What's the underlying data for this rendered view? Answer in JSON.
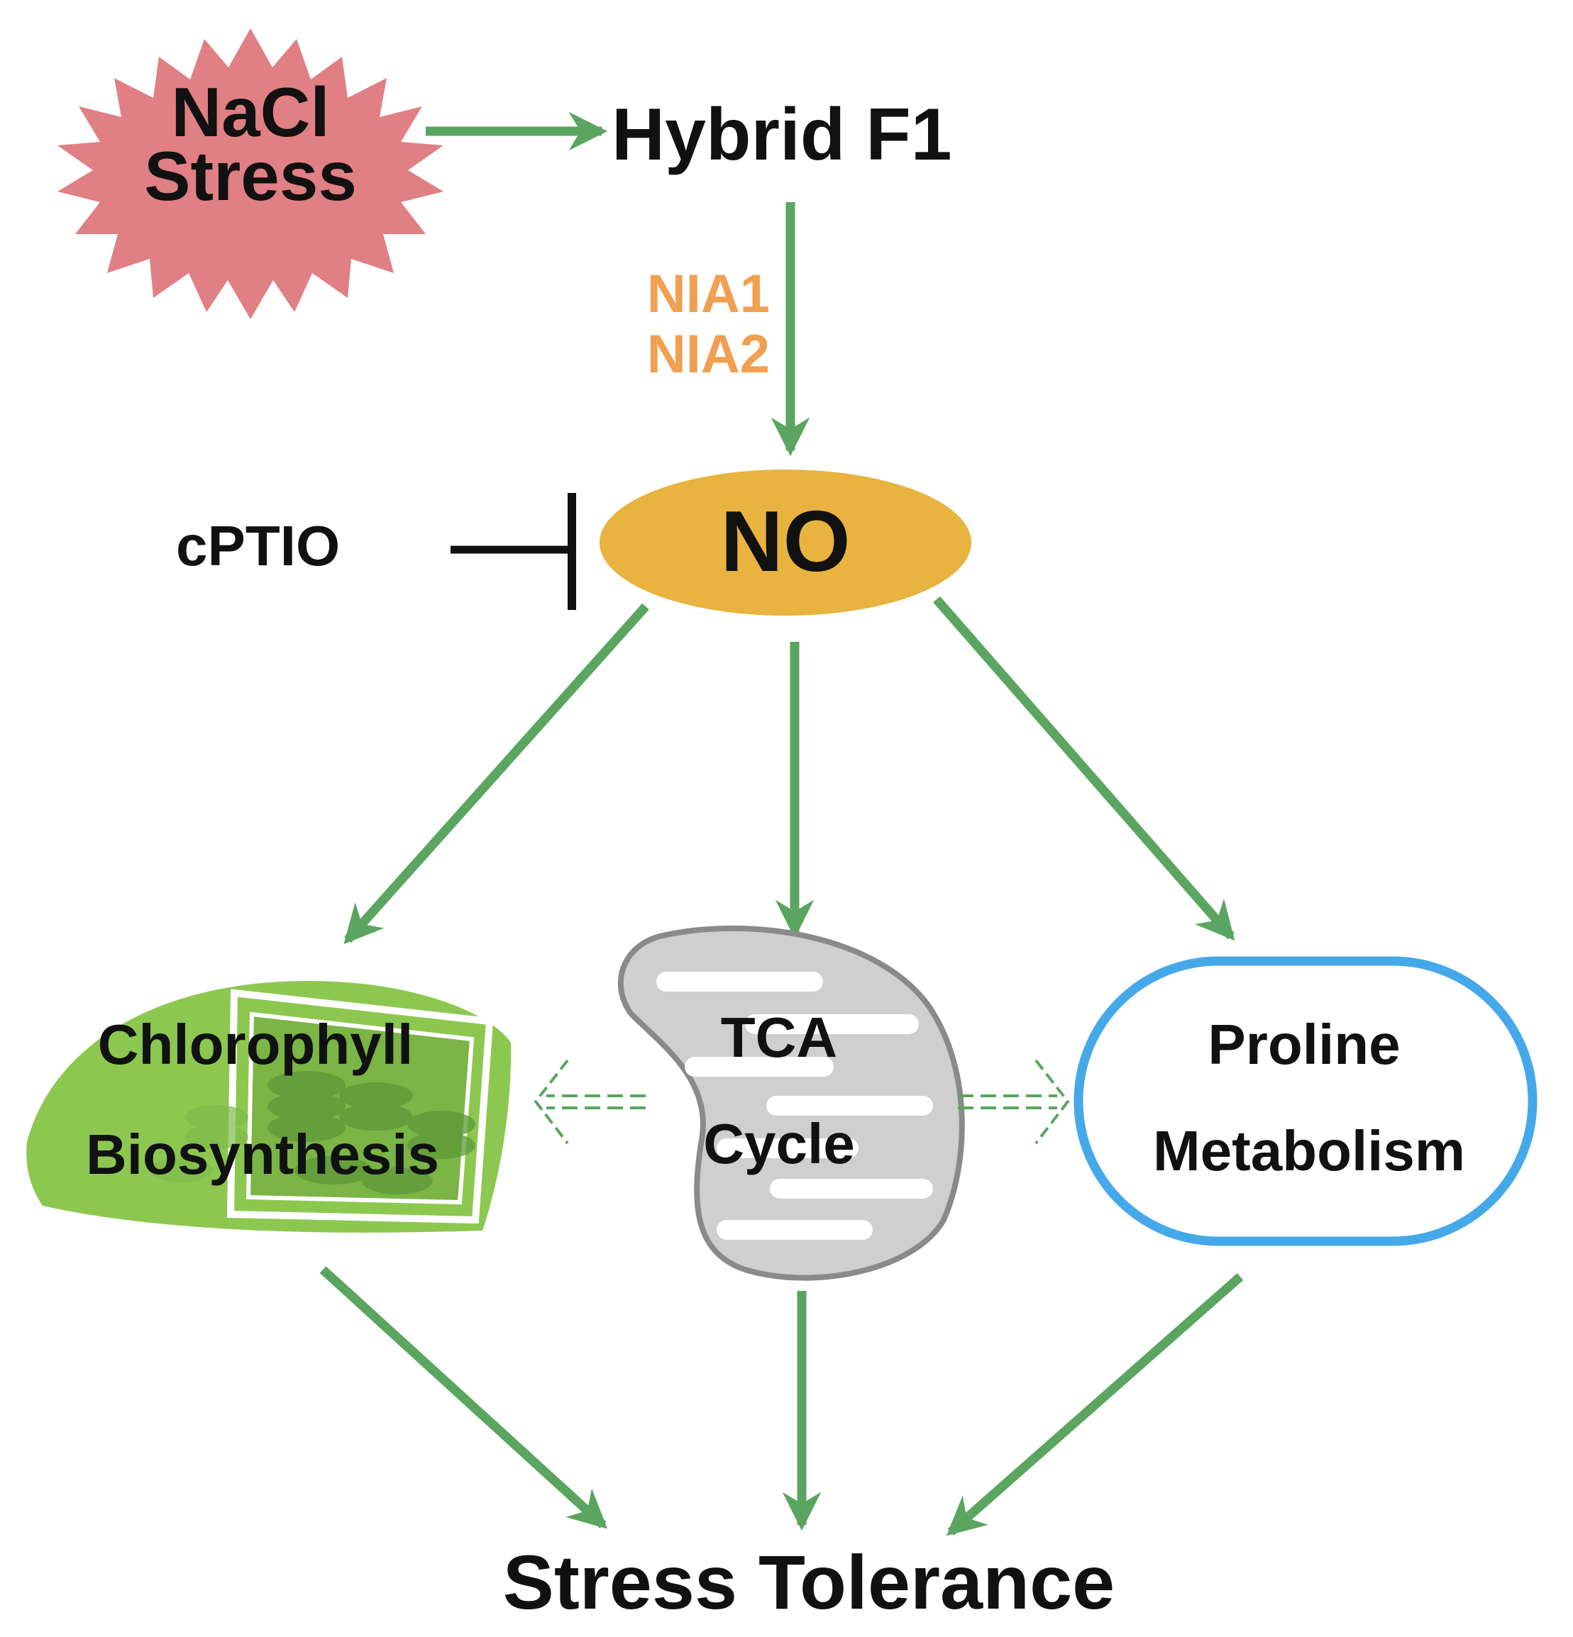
{
  "labels": {
    "stress_line1": "NaCl",
    "stress_line2": "Stress",
    "hybrid": "Hybrid F1",
    "gene1": "NIA1",
    "gene2": "NIA2",
    "no": "NO",
    "inhibitor": "cPTIO",
    "chloro_line1": "Chlorophyll",
    "chloro_line2": "Biosynthesis",
    "tca_line1": "TCA",
    "tca_line2": "Cycle",
    "proline_line1": "Proline",
    "proline_line2": "Metabolism",
    "outcome": "Stress Tolerance"
  },
  "colors": {
    "arrow": "#5aa55f",
    "starburst": "#e07f84",
    "no_ellipse": "#e8b33e",
    "gene_text": "#f0a050",
    "chloroplast": "#8cc850",
    "mito_fill": "#cfcfcf",
    "mito_stroke": "#8a8a8a",
    "proline_border": "#45a9e9",
    "text": "#111111"
  },
  "icons": {
    "stress": "starburst-icon",
    "chloroplast": "chloroplast-icon",
    "mitochondrion": "mitochondrion-icon",
    "inhibition": "inhibition-bar-icon"
  }
}
